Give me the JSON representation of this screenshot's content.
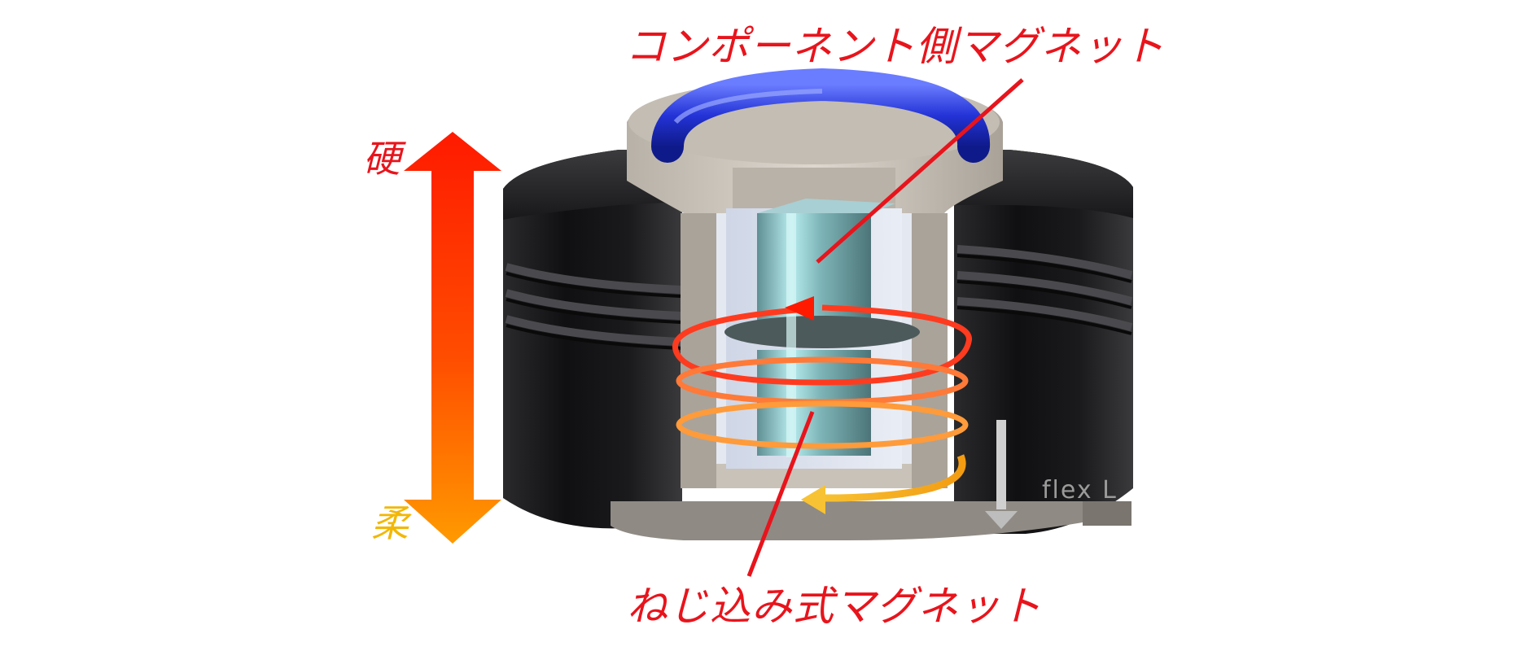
{
  "labels": {
    "component_magnet": "コンポーネント側マグネット",
    "screw_magnet": "ねじ込み式マグネット",
    "hard": "硬",
    "soft": "柔"
  },
  "product_mark": "flex L",
  "colors": {
    "label_red": "#e8141c",
    "soft_label_yellow": "#f2b705",
    "arrow_top": "#ff1a00",
    "arrow_bottom": "#ff9a00",
    "ring_blue": "#2b3fd8",
    "body_black": "#1d1d1f",
    "inner_collar": "#c9c2b8",
    "magnet_cyan": "#9fd3d6"
  },
  "icons": [
    "double-headed-stiffness-arrow",
    "rotation-arrows"
  ]
}
